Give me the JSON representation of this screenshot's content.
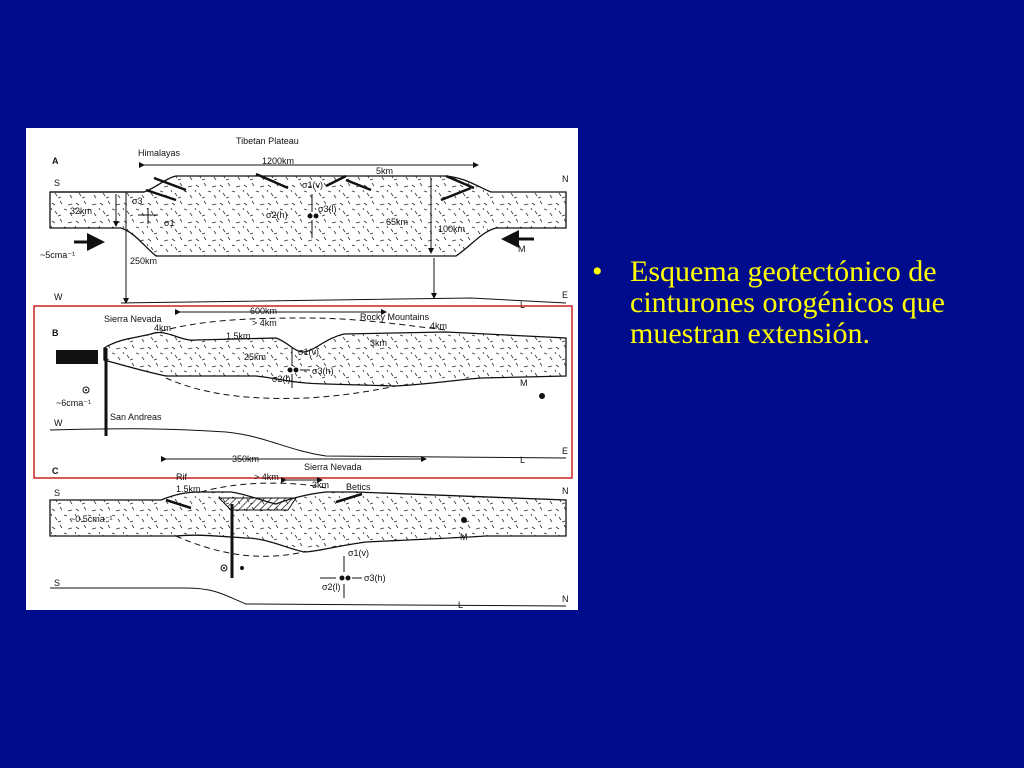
{
  "figure": {
    "panels": {
      "A": {
        "letter": "A",
        "title": "Tibetan Plateau",
        "range": "Himalayas",
        "width_label": "1200km",
        "elev_label": "5km",
        "crust_label": "32km",
        "crust2_label": "65km",
        "lith_label": "100km",
        "lith2_label": "250km",
        "rate_label": "~5cma⁻¹",
        "s_label": "S",
        "n_label": "N",
        "w_label": "W",
        "e_label": "E",
        "m_label": "M",
        "l_label": "L",
        "sigma1": "σ1",
        "sigma3": "σ3",
        "sigma1v": "σ1(v)",
        "sigma2h": "σ2(h)",
        "sigma3l": "σ3(l)"
      },
      "B": {
        "letter": "B",
        "left_range": "Sierra Nevada",
        "right_range": "Rocky Mountains",
        "width_label": "600km",
        "extension_label": "> 4km",
        "left_elev": "4km",
        "right_elev": "4km",
        "mid_elev": "1.5km",
        "depth_label": "25km",
        "elev3": "3km",
        "rate_label": "~6cma⁻¹",
        "fault_label": "San Andreas",
        "width2_label": "350km",
        "w_label": "W",
        "e_label": "E",
        "m_label": "M",
        "l_label": "L",
        "sigma1v": "σ1(v)",
        "sigma2l": "σ2(l)",
        "sigma3h": "σ3(h)"
      },
      "C": {
        "letter": "C",
        "left_range": "Rif",
        "center_range": "Sierra Nevada",
        "right_range": "Betics",
        "extension_label": "> 4km",
        "left_elev": "1.5km",
        "right_elev": "3km",
        "rate_label": "~0.5cma⁻¹",
        "s_label": "S",
        "n_label": "N",
        "s2_label": "S",
        "n2_label": "N",
        "m_label": "M",
        "l_label": "L",
        "sigma1v": "σ1(v)",
        "sigma2l": "σ2(l)",
        "sigma3h": "σ3(h)"
      }
    }
  },
  "bullets": [
    {
      "marker": "•",
      "text": "Esquema geotectónico de cinturones orogénicos que muestran extensión."
    }
  ],
  "colors": {
    "background": "#000c8c",
    "bullet_text": "#ffff00",
    "highlight_box": "#cc2020",
    "figure_bg": "#ffffff",
    "ink": "#111111"
  }
}
